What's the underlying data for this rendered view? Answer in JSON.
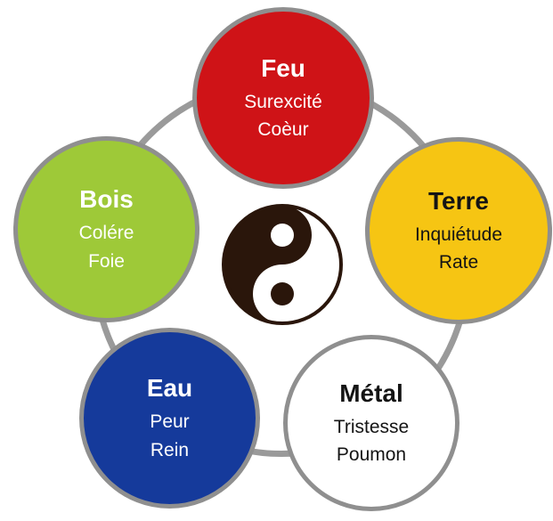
{
  "diagram": {
    "kind": "five-elements-cycle"
  },
  "colors": {
    "background": "#ffffff",
    "ring": "#9a9a9a",
    "circle_border": "#8f8f8f"
  },
  "elements": [
    {
      "id": "feu",
      "label": "Feu",
      "emotion": "Surexcité",
      "organ": "Coèur",
      "color": "#cf1317",
      "text_color": "#ffffff"
    },
    {
      "id": "terre",
      "label": "Terre",
      "emotion": "Inquiétude",
      "organ": "Rate",
      "color": "#f6c513",
      "text_color": "#141414"
    },
    {
      "id": "metal",
      "label": "Métal",
      "emotion": "Tristesse",
      "organ": "Poumon",
      "color": "#ffffff",
      "text_color": "#141414"
    },
    {
      "id": "eau",
      "label": "Eau",
      "emotion": "Peur",
      "organ": "Rein",
      "color": "#153a9b",
      "text_color": "#ffffff"
    },
    {
      "id": "bois",
      "label": "Bois",
      "emotion": "Colére",
      "organ": "Foie",
      "color": "#9ec938",
      "text_color": "#ffffff"
    }
  ],
  "center_symbol": {
    "name": "yin-yang",
    "color": "#2a160b",
    "secondary_color": "#ffffff"
  }
}
